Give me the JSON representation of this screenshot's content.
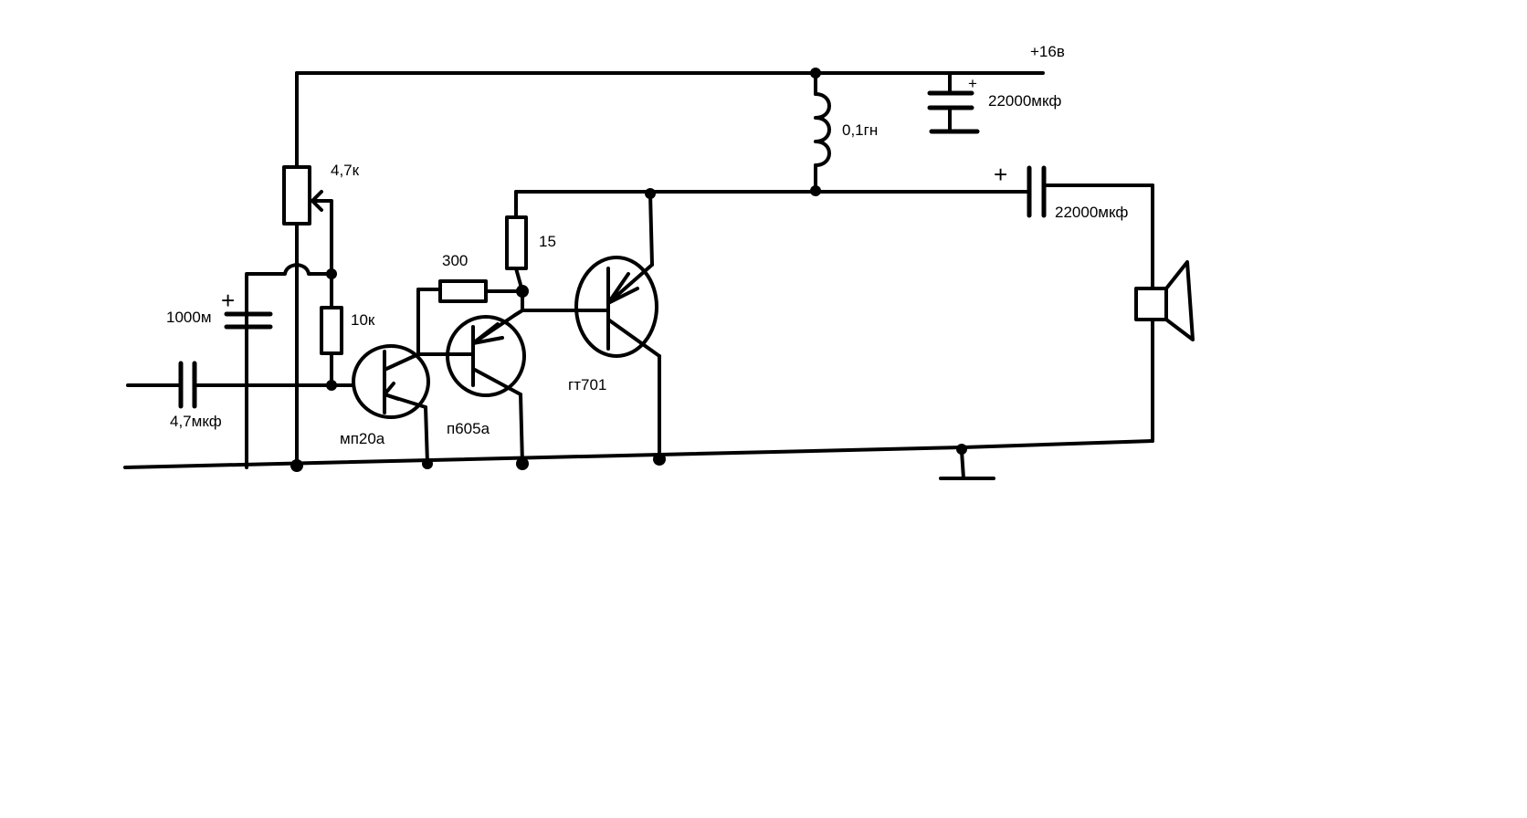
{
  "labels": {
    "supply_voltage": "+16в",
    "supply_cap": "22000мкф",
    "supply_cap_plus": "+",
    "inductor": "0,1гн",
    "output_cap": "22000мкф",
    "output_cap_plus": "+",
    "pot": "4,7к",
    "r_bias": "10к",
    "r_feedback": "300",
    "r_collector": "15",
    "cap_1000": "1000м",
    "cap_1000_plus": "+",
    "cap_input": "4,7мкф",
    "q1": "мп20а",
    "q2": "п605а",
    "q3": "гт701"
  }
}
